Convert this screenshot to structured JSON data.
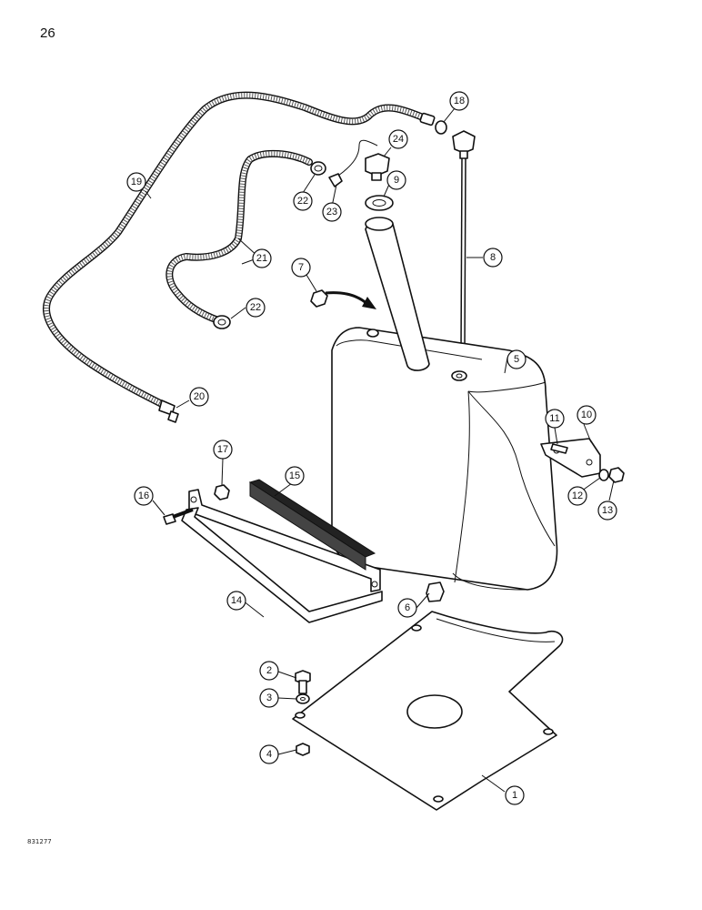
{
  "page": {
    "number": "26",
    "figure_code": "831277"
  },
  "callouts": [
    {
      "id": "c1",
      "label": "1"
    },
    {
      "id": "c2",
      "label": "2"
    },
    {
      "id": "c3",
      "label": "3"
    },
    {
      "id": "c4",
      "label": "4"
    },
    {
      "id": "c5",
      "label": "5"
    },
    {
      "id": "c6",
      "label": "6"
    },
    {
      "id": "c7",
      "label": "7"
    },
    {
      "id": "c8",
      "label": "8"
    },
    {
      "id": "c9",
      "label": "9"
    },
    {
      "id": "c10",
      "label": "10"
    },
    {
      "id": "c11",
      "label": "11"
    },
    {
      "id": "c12",
      "label": "12"
    },
    {
      "id": "c13",
      "label": "13"
    },
    {
      "id": "c14",
      "label": "14"
    },
    {
      "id": "c15",
      "label": "15"
    },
    {
      "id": "c16",
      "label": "16"
    },
    {
      "id": "c17",
      "label": "17"
    },
    {
      "id": "c18",
      "label": "18"
    },
    {
      "id": "c19",
      "label": "19"
    },
    {
      "id": "c20",
      "label": "20"
    },
    {
      "id": "c21",
      "label": "21"
    },
    {
      "id": "c22a",
      "label": "22"
    },
    {
      "id": "c22b",
      "label": "22"
    },
    {
      "id": "c23",
      "label": "23"
    },
    {
      "id": "c24",
      "label": "24"
    }
  ]
}
